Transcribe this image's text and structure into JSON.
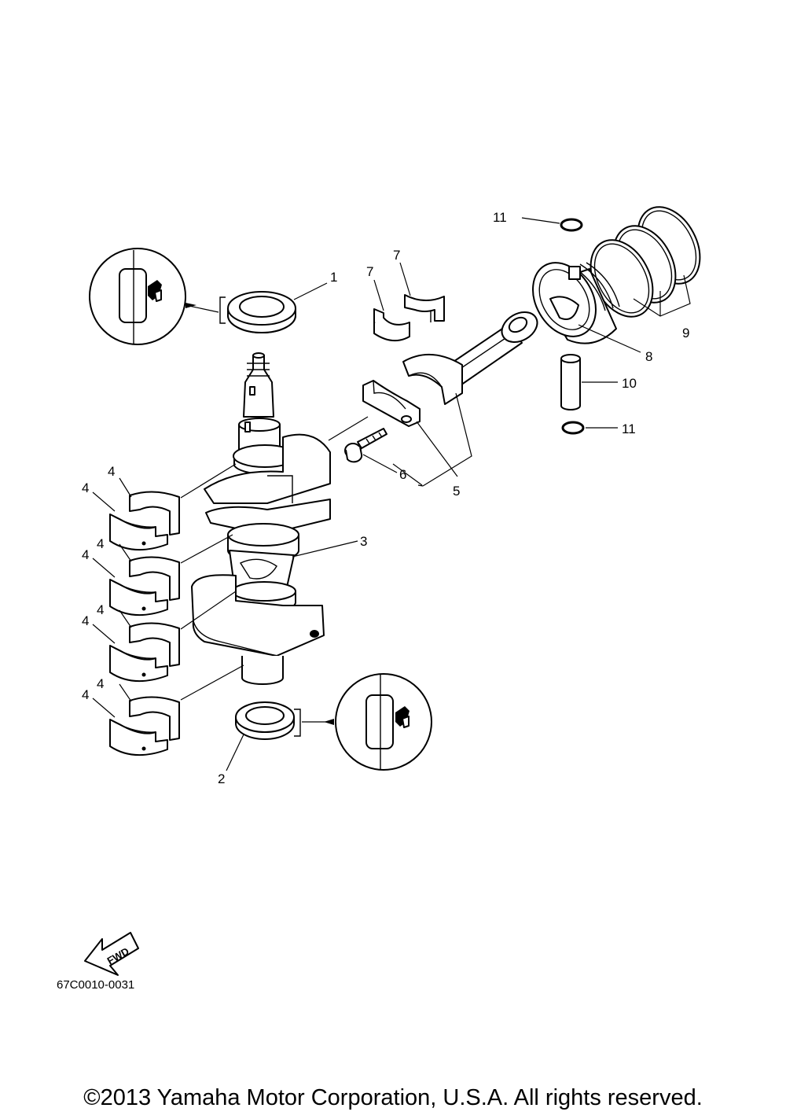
{
  "callouts": {
    "c1": "1",
    "c2": "2",
    "c3": "3",
    "c4": "4",
    "c5": "5",
    "c6": "6",
    "c7": "7",
    "c8": "8",
    "c9": "9",
    "c10": "10",
    "c11": "11"
  },
  "fwd_label": "FWD",
  "diagram_code": "67C0010-0031",
  "copyright": "©2013 Yamaha Motor Corporation, U.S.A. All rights reserved."
}
